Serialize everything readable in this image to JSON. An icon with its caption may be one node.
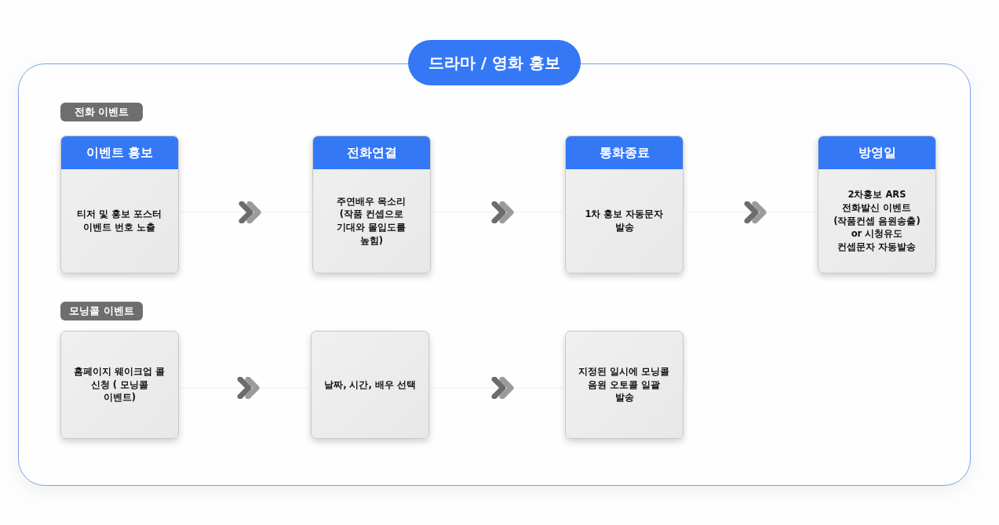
{
  "diagram": {
    "nodes": [
      {
        "text": [
          "드라마 / 영화 홍보"
        ]
      },
      {
        "text": [
          "전화 이벤트"
        ],
        "in": 0
      },
      {
        "text": [
          "이벤트 홍보",
          "티저 및 홍보 포스터 이벤트 번호 노출"
        ],
        "in": 0
      },
      {
        "text": [
          "전화연결",
          "주연배우 목소리 (작품 컨셉으로 기대와 몰입도를 높힘)"
        ],
        "in": 0
      },
      {
        "text": [
          "통화종료",
          "1차 홍보 자동문자 발송"
        ],
        "in": 0
      },
      {
        "text": [
          "방영일",
          "2차홍보 ARS 전화발신 이벤트 (작품컨셉 음원송출) or 시청유도 컨셉문자 자동발송"
        ],
        "in": 0
      },
      {
        "text": [
          "모닝콜 이벤트"
        ],
        "in": 0
      },
      {
        "text": [
          "홈페이지 웨이크업 콜 신청 ( 모닝콜 이벤트)"
        ],
        "in": 0
      },
      {
        "text": [
          "날짜, 시간, 배우 선택"
        ],
        "in": 0
      },
      {
        "text": [
          "지정된 일시에 모닝콜 음원 오토콜 일괄 발송"
        ],
        "in": 0
      }
    ],
    "edges": [
      {
        "from": 2,
        "to": 3,
        "arrow": "to"
      },
      {
        "from": 3,
        "to": 4,
        "arrow": "to"
      },
      {
        "from": 4,
        "to": 5,
        "arrow": "to"
      },
      {
        "from": 7,
        "to": 8,
        "arrow": "to"
      },
      {
        "from": 8,
        "to": 9,
        "arrow": "to"
      }
    ]
  }
}
